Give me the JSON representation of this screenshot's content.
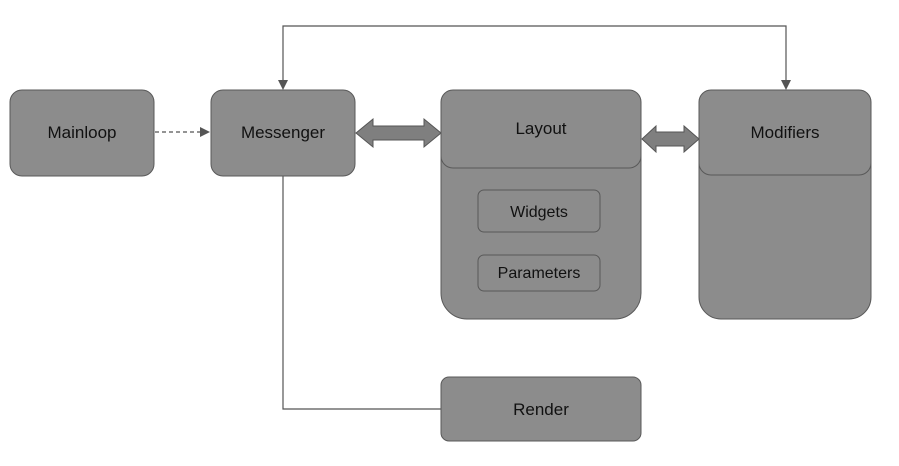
{
  "diagram": {
    "nodes": {
      "mainloop": "Mainloop",
      "messenger": "Messenger",
      "layout": "Layout",
      "widgets": "Widgets",
      "parameters": "Parameters",
      "modifiers": "Modifiers",
      "render": "Render"
    },
    "colors": {
      "box_fill": "#8c8c8c",
      "box_stroke": "#595959",
      "line": "#555555",
      "arrow_fill": "#7f7f7f"
    }
  }
}
